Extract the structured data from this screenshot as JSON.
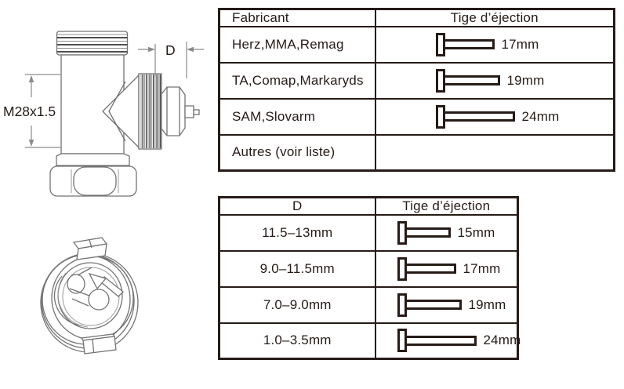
{
  "colors": {
    "ink": "#261b17",
    "line": "#737373",
    "background": "#ffffff"
  },
  "diagram": {
    "thread_label": "M28x1.5",
    "stem_label": "D"
  },
  "fabricant_table": {
    "headers": [
      "Fabricant",
      "Tige d’éjection"
    ],
    "rows": [
      {
        "label": "Herz,MMA,Remag",
        "pin_mm": 17,
        "pin_label": "17mm"
      },
      {
        "label": "TA,Comap,Markaryds",
        "pin_mm": 19,
        "pin_label": "19mm"
      },
      {
        "label": "SAM,Slovarm",
        "pin_mm": 24,
        "pin_label": "24mm"
      },
      {
        "label": "Autres (voir liste)",
        "pin_mm": null,
        "pin_label": ""
      }
    ]
  },
  "diameter_table": {
    "headers": [
      "D",
      "Tige d’éjection"
    ],
    "rows": [
      {
        "label": "11.5–13mm",
        "pin_mm": 15,
        "pin_label": "15mm"
      },
      {
        "label": "9.0–11.5mm",
        "pin_mm": 17,
        "pin_label": "17mm"
      },
      {
        "label": "7.0–9.0mm",
        "pin_mm": 19,
        "pin_label": "19mm"
      },
      {
        "label": "1.0–3.5mm",
        "pin_mm": 24,
        "pin_label": "24mm"
      }
    ]
  }
}
